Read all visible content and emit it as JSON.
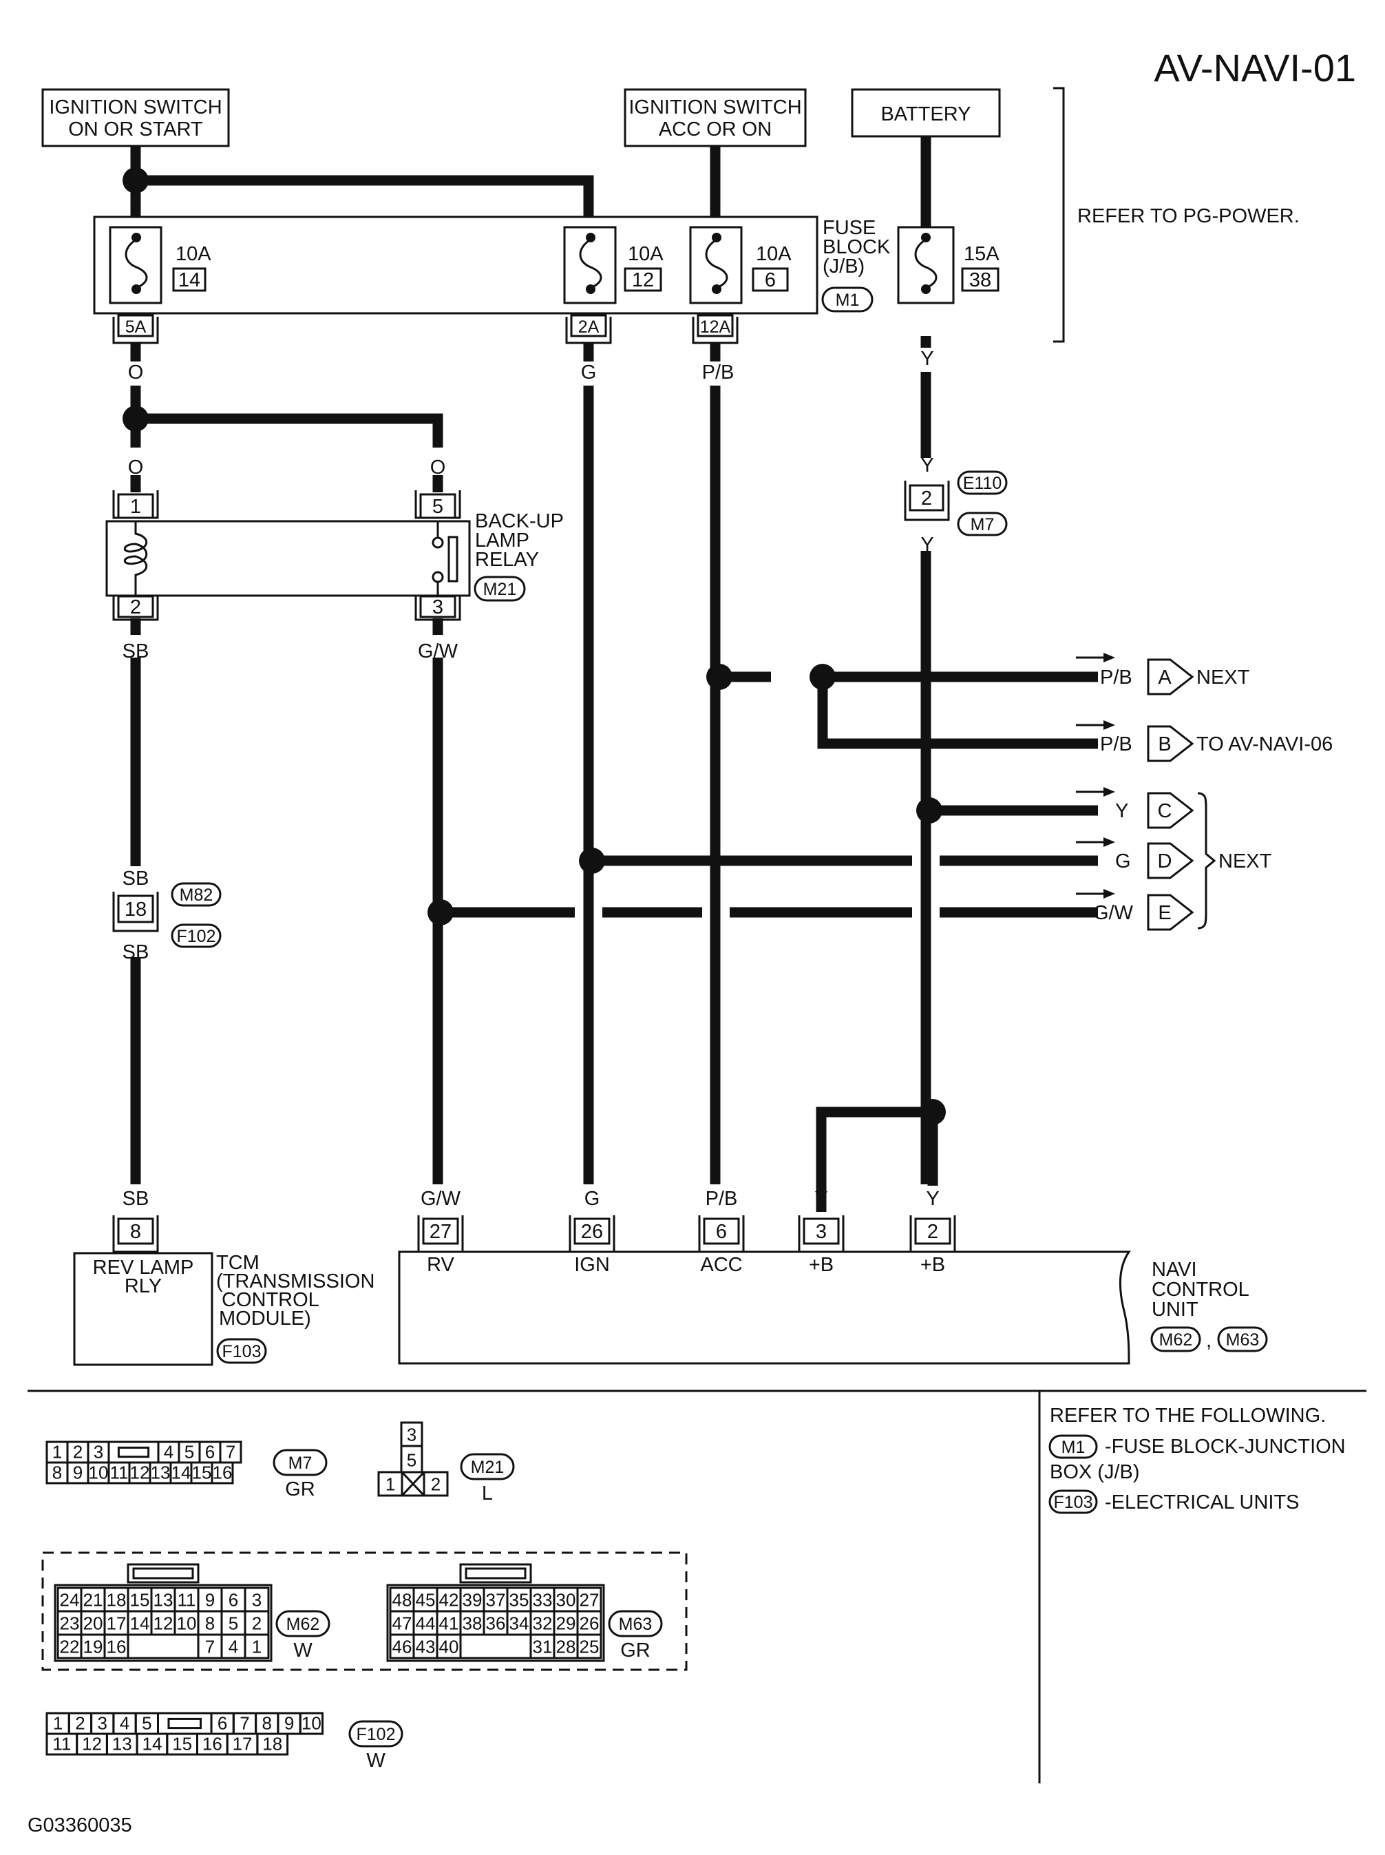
{
  "diagram_id": "AV-NAVI-01",
  "footer_code": "G03360035",
  "refer_pg_power": "REFER TO PG-POWER.",
  "sources": {
    "ign_on_start": [
      "IGNITION SWITCH",
      "ON OR START"
    ],
    "ign_acc_on": [
      "IGNITION SWITCH",
      "ACC OR ON"
    ],
    "battery": "BATTERY"
  },
  "fuse_block": {
    "label": [
      "FUSE",
      "BLOCK",
      "(J/B)"
    ],
    "connector": "M1",
    "fuses": [
      {
        "amp": "10A",
        "num": "14",
        "terminal": "5A"
      },
      {
        "amp": "10A",
        "num": "12",
        "terminal": "2A"
      },
      {
        "amp": "10A",
        "num": "6",
        "terminal": "12A"
      },
      {
        "amp": "15A",
        "num": "38",
        "terminal": ""
      }
    ]
  },
  "wires": {
    "o": "O",
    "g": "G",
    "pb": "P/B",
    "y": "Y",
    "sb": "SB",
    "gw": "G/W"
  },
  "relay": {
    "label": [
      "BACK-UP",
      "LAMP",
      "RELAY"
    ],
    "connector": "M21",
    "pins": {
      "p1": "1",
      "p2": "2",
      "p3": "3",
      "p5": "5"
    }
  },
  "e110_conn": {
    "pin": "2",
    "top": "E110",
    "bottom": "M7"
  },
  "m82_conn": {
    "pin": "18",
    "top": "M82",
    "bottom": "F102"
  },
  "outputs": [
    {
      "wire": "P/B",
      "letter": "A",
      "label": "NEXT"
    },
    {
      "wire": "P/B",
      "letter": "B",
      "label": "TO AV-NAVI-06"
    },
    {
      "wire": "Y",
      "letter": "C",
      "label": ""
    },
    {
      "wire": "G",
      "letter": "D",
      "label": "NEXT"
    },
    {
      "wire": "G/W",
      "letter": "E",
      "label": ""
    }
  ],
  "tcm": {
    "pin": "8",
    "inside": [
      "REV LAMP",
      "RLY"
    ],
    "label": [
      "TCM",
      "(TRANSMISSION",
      "CONTROL",
      "MODULE)"
    ],
    "connector": "F103"
  },
  "navi": {
    "label": [
      "NAVI",
      "CONTROL",
      "UNIT"
    ],
    "conn1": "M62",
    "conn2": "M63",
    "sep": ",",
    "pins": [
      {
        "pin": "27",
        "wire": "G/W",
        "name": "RV"
      },
      {
        "pin": "26",
        "wire": "G",
        "name": "IGN"
      },
      {
        "pin": "6",
        "wire": "P/B",
        "name": "ACC"
      },
      {
        "pin": "3",
        "wire": "Y",
        "name": "+B"
      },
      {
        "pin": "2",
        "wire": "Y",
        "name": "+B"
      }
    ]
  },
  "refer_following": {
    "title": "REFER TO THE FOLLOWING.",
    "items": [
      {
        "conn": "M1",
        "text": "-FUSE BLOCK-JUNCTION",
        "text2": "BOX (J/B)"
      },
      {
        "conn": "F103",
        "text": "-ELECTRICAL UNITS",
        "text2": ""
      }
    ]
  },
  "connectors": {
    "m7": {
      "id": "M7",
      "color": "GR",
      "row1": [
        "1",
        "2",
        "3",
        "",
        "4",
        "5",
        "6",
        "7"
      ],
      "row2": [
        "8",
        "9",
        "10",
        "11",
        "12",
        "13",
        "14",
        "15",
        "16"
      ]
    },
    "m21": {
      "id": "M21",
      "color": "L",
      "cells": [
        "3",
        "5",
        "1",
        "2"
      ]
    },
    "m62": {
      "id": "M62",
      "color": "W",
      "row1": [
        "24",
        "21",
        "18",
        "15",
        "13",
        "11",
        "9",
        "6",
        "3"
      ],
      "row2": [
        "23",
        "20",
        "17",
        "14",
        "12",
        "10",
        "8",
        "5",
        "2"
      ],
      "row3": [
        "22",
        "19",
        "16",
        "7",
        "4",
        "1"
      ]
    },
    "m63": {
      "id": "M63",
      "color": "GR",
      "row1": [
        "48",
        "45",
        "42",
        "39",
        "37",
        "35",
        "33",
        "30",
        "27"
      ],
      "row2": [
        "47",
        "44",
        "41",
        "38",
        "36",
        "34",
        "32",
        "29",
        "26"
      ],
      "row3": [
        "46",
        "43",
        "40",
        "31",
        "28",
        "25"
      ]
    },
    "f102": {
      "id": "F102",
      "color": "W",
      "row1": [
        "1",
        "2",
        "3",
        "4",
        "5",
        "",
        "6",
        "7",
        "8",
        "9",
        "10"
      ],
      "row2": [
        "11",
        "12",
        "13",
        "14",
        "15",
        "16",
        "17",
        "18"
      ]
    }
  }
}
